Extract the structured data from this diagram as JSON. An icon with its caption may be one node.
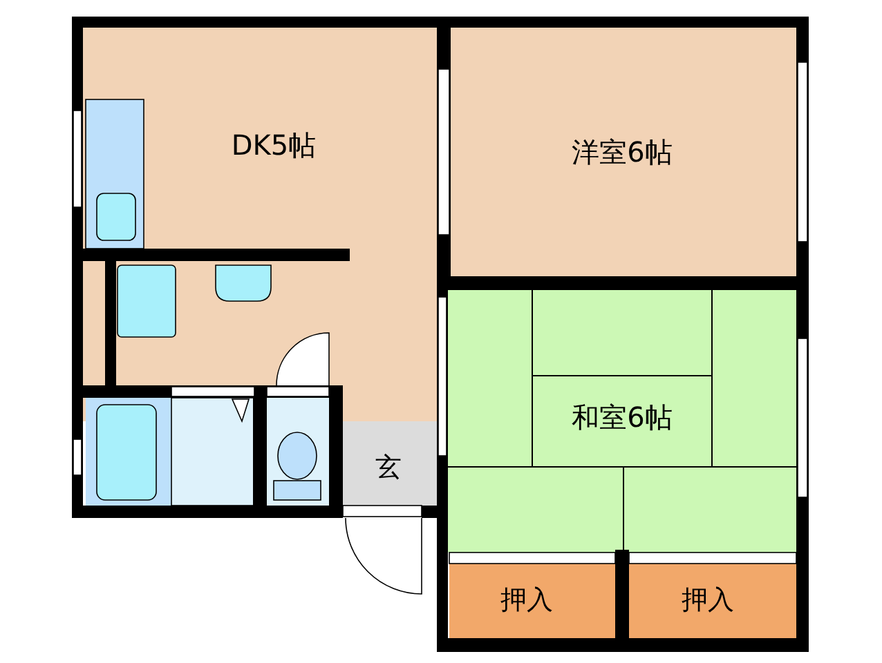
{
  "diagram": {
    "nodes": [
      {
        "text": [
          "DK5帖"
        ]
      },
      {
        "text": [
          "洋室6帖"
        ]
      },
      {
        "text": [
          "和室6帖"
        ]
      },
      {
        "text": [
          "玄"
        ]
      },
      {
        "text": [
          "押入"
        ]
      },
      {
        "text": [
          "押入"
        ]
      }
    ]
  }
}
